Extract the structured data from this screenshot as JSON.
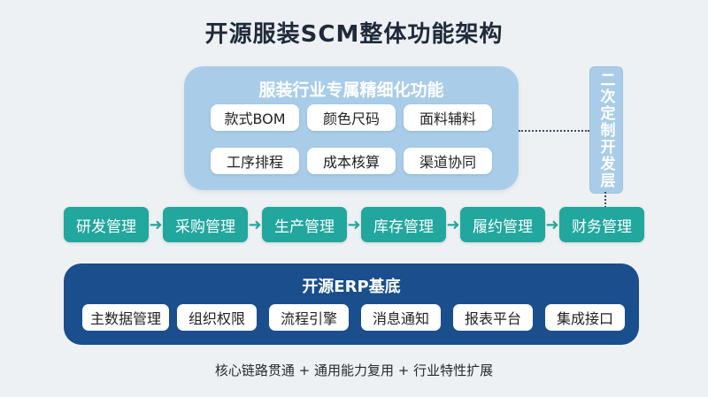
{
  "title": "开源服装SCM整体功能架构",
  "industry": {
    "title": "服装行业专属精细化功能",
    "modules": [
      "款式BOM",
      "颜色尺码",
      "面料辅料",
      "工序排程",
      "成本核算",
      "渠道协同"
    ]
  },
  "custom_layer": "二次定制开发层",
  "process_chain": [
    "研发管理",
    "采购管理",
    "生产管理",
    "库存管理",
    "履约管理",
    "财务管理"
  ],
  "erp": {
    "title": "开源ERP基底",
    "modules": [
      "主数据管理",
      "组织权限",
      "流程引擎",
      "消息通知",
      "报表平台",
      "集成接口"
    ]
  },
  "tagline": "核心链路贯通 + 通用能力复用 + 行业特性扩展",
  "colors": {
    "industry_panel": "#a9cde9",
    "process": "#21a79d",
    "erp_panel": "#1a4e8d"
  }
}
